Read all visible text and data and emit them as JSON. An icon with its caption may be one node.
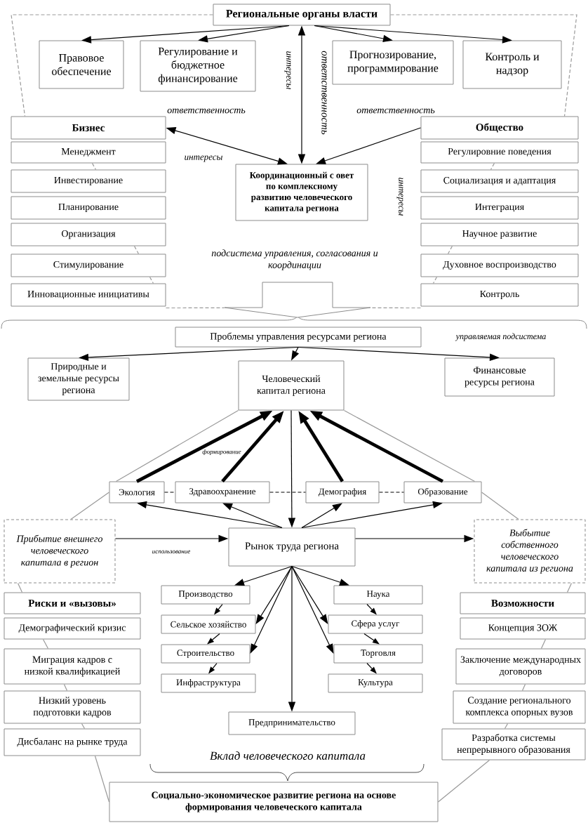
{
  "diagram": {
    "nodes": [
      {
        "text": [
          "Региональные органы власти"
        ]
      },
      {
        "text": [
          "Правовое обеспечение"
        ]
      },
      {
        "text": [
          "Регулирование и бюджетное финансирование"
        ]
      },
      {
        "text": [
          "Прогнозирование, программирование"
        ]
      },
      {
        "text": [
          "Контроль и надзор"
        ]
      },
      {
        "text": [
          "Бизнес"
        ]
      },
      {
        "text": [
          "Менеджмент"
        ]
      },
      {
        "text": [
          "Инвестирование"
        ]
      },
      {
        "text": [
          "Планирование"
        ]
      },
      {
        "text": [
          "Организация"
        ]
      },
      {
        "text": [
          "Стимулирование"
        ]
      },
      {
        "text": [
          "Инновационные инициативы"
        ]
      },
      {
        "text": [
          "Общество"
        ]
      },
      {
        "text": [
          "Регулировние поведения"
        ]
      },
      {
        "text": [
          "Социализация и адаптация"
        ]
      },
      {
        "text": [
          "Интеграция"
        ]
      },
      {
        "text": [
          "Научное развитие"
        ]
      },
      {
        "text": [
          "Духовное воспроизводство"
        ]
      },
      {
        "text": [
          "Контроль"
        ]
      },
      {
        "text": [
          "Координационный с овет по комплексному развитию человеческого капитала региона"
        ]
      },
      {
        "text": [],
        "shape": "arrow"
      },
      {
        "text": [
          "Проблемы управления ресурсами региона"
        ]
      },
      {
        "text": [
          "Природные и земельные ресурсы региона"
        ]
      },
      {
        "text": [
          "Человеческий капитал региона"
        ]
      },
      {
        "text": [
          "Финансовые ресурсы региона"
        ]
      },
      {
        "text": [
          "Экология"
        ]
      },
      {
        "text": [
          "Здравоохранение"
        ]
      },
      {
        "text": [
          "Демография"
        ]
      },
      {
        "text": [
          "Образование"
        ]
      },
      {
        "text": [
          "Прибытие внешнего человеческого капитала в регион"
        ]
      },
      {
        "text": [
          "Рынок труда региона"
        ]
      },
      {
        "text": [
          "Выбытие собственного человеческого капитала из региона"
        ]
      },
      {
        "text": [
          "Производство"
        ]
      },
      {
        "text": [
          "Сельское хозяйство"
        ]
      },
      {
        "text": [
          "Строительство"
        ]
      },
      {
        "text": [
          "Инфраструктура"
        ]
      },
      {
        "text": [
          "Наука"
        ]
      },
      {
        "text": [
          "Сфера услуг"
        ]
      },
      {
        "text": [
          "Торговля"
        ]
      },
      {
        "text": [
          "Культура"
        ]
      },
      {
        "text": [
          "Предпринимательство"
        ]
      },
      {
        "text": [
          "Риски и «вызовы»"
        ]
      },
      {
        "text": [
          "Демографический кризис"
        ]
      },
      {
        "text": [
          "Миграция кадров с низкой квалификацией"
        ]
      },
      {
        "text": [
          "Низкий уровень подготовки кадров"
        ]
      },
      {
        "text": [
          "Дисбаланс на рынке труда"
        ]
      },
      {
        "text": [
          "Возможности"
        ]
      },
      {
        "text": [
          "Концепция ЗОЖ"
        ]
      },
      {
        "text": [
          "Заключение международных договоров"
        ]
      },
      {
        "text": [
          "Создание регионального комплекса опорных вузов"
        ]
      },
      {
        "text": [
          "Разработка системы непрерывного образования"
        ]
      },
      {
        "text": [
          "Социально-экономическое развитие региона на основе формирования человеческого капитала"
        ]
      }
    ],
    "edges": [
      {
        "from": 0,
        "to": 1,
        "arrow": "to"
      },
      {
        "from": 0,
        "to": 2,
        "arrow": "to"
      },
      {
        "from": 0,
        "to": 3,
        "arrow": "to"
      },
      {
        "from": 0,
        "to": 4,
        "arrow": "to"
      },
      {
        "from": 0,
        "to": 19,
        "arrow": "both",
        "label": "интересы"
      },
      {
        "from": 5,
        "to": 19,
        "arrow": "both",
        "label": "ответственность"
      },
      {
        "from": 12,
        "to": 19,
        "arrow": "to",
        "label": "ответственность"
      },
      {
        "from": 0,
        "to": 5,
        "arrow": "none",
        "style": "dashed",
        "color": "#999999"
      },
      {
        "from": 6,
        "to": 7,
        "arrow": "none",
        "style": "dashed",
        "color": "#999999"
      },
      {
        "from": 9,
        "to": 10,
        "arrow": "none",
        "style": "dashed",
        "color": "#999999"
      },
      {
        "from": 10,
        "to": 11,
        "arrow": "none",
        "style": "dashed",
        "color": "#999999"
      },
      {
        "from": 11,
        "to": 20,
        "arrow": "none",
        "style": "dashed",
        "color": "#999999"
      },
      {
        "from": 0,
        "to": 12,
        "arrow": "none",
        "style": "dashed",
        "color": "#999999"
      },
      {
        "from": 13,
        "to": 14,
        "arrow": "none",
        "style": "dashed",
        "color": "#999999"
      },
      {
        "from": 16,
        "to": 17,
        "arrow": "none",
        "style": "dashed",
        "color": "#999999"
      },
      {
        "from": 17,
        "to": 18,
        "arrow": "none",
        "style": "dashed",
        "color": "#999999"
      },
      {
        "from": 18,
        "to": 20,
        "arrow": "none",
        "style": "dashed",
        "color": "#999999"
      },
      {
        "from": 21,
        "to": 22,
        "arrow": "to"
      },
      {
        "from": 21,
        "to": 23,
        "arrow": "to"
      },
      {
        "from": 21,
        "to": 24,
        "arrow": "to"
      },
      {
        "from": 23,
        "to": 25,
        "arrow": "none",
        "color": "#999999"
      },
      {
        "from": 23,
        "to": 28,
        "arrow": "none",
        "color": "#999999"
      },
      {
        "from": 25,
        "to": 23,
        "arrow": "to",
        "style": "thick"
      },
      {
        "from": 26,
        "to": 23,
        "arrow": "to",
        "style": "thick"
      },
      {
        "from": 27,
        "to": 23,
        "arrow": "to",
        "style": "thick"
      },
      {
        "from": 28,
        "to": 23,
        "arrow": "to",
        "style": "thick"
      },
      {
        "from": 25,
        "to": 26,
        "arrow": "none",
        "style": "dashed"
      },
      {
        "from": 26,
        "to": 27,
        "arrow": "none",
        "style": "dashed"
      },
      {
        "from": 27,
        "to": 28,
        "arrow": "none",
        "style": "dashed"
      },
      {
        "from": 30,
        "to": 25,
        "arrow": "to"
      },
      {
        "from": 30,
        "to": 26,
        "arrow": "to"
      },
      {
        "from": 30,
        "to": 27,
        "arrow": "to"
      },
      {
        "from": 30,
        "to": 28,
        "arrow": "to"
      },
      {
        "from": 23,
        "to": 30,
        "arrow": "to"
      },
      {
        "from": 25,
        "to": 29,
        "arrow": "none",
        "color": "#999999"
      },
      {
        "from": 28,
        "to": 31,
        "arrow": "none",
        "color": "#999999"
      },
      {
        "from": 29,
        "to": 30,
        "arrow": "to"
      },
      {
        "from": 30,
        "to": 31,
        "arrow": "to"
      },
      {
        "from": 30,
        "to": 32,
        "arrow": "to"
      },
      {
        "from": 30,
        "to": 33,
        "arrow": "to"
      },
      {
        "from": 30,
        "to": 34,
        "arrow": "to"
      },
      {
        "from": 30,
        "to": 36,
        "arrow": "to"
      },
      {
        "from": 30,
        "to": 37,
        "arrow": "to"
      },
      {
        "from": 30,
        "to": 38,
        "arrow": "to"
      },
      {
        "from": 30,
        "to": 40,
        "arrow": "to"
      },
      {
        "from": 32,
        "to": 33,
        "arrow": "to"
      },
      {
        "from": 33,
        "to": 34,
        "arrow": "to"
      },
      {
        "from": 34,
        "to": 35,
        "arrow": "to"
      },
      {
        "from": 36,
        "to": 37,
        "arrow": "to"
      },
      {
        "from": 37,
        "to": 38,
        "arrow": "to"
      },
      {
        "from": 38,
        "to": 39,
        "arrow": "to"
      },
      {
        "from": 29,
        "to": 41,
        "arrow": "none",
        "color": "#999999"
      },
      {
        "from": 42,
        "to": 43,
        "arrow": "none",
        "color": "#999999"
      },
      {
        "from": 43,
        "to": 44,
        "arrow": "none",
        "color": "#999999"
      },
      {
        "from": 44,
        "to": 45,
        "arrow": "none",
        "color": "#999999"
      },
      {
        "from": 45,
        "to": 51,
        "arrow": "none",
        "color": "#999999"
      },
      {
        "from": 31,
        "to": 46,
        "arrow": "none",
        "color": "#999999"
      },
      {
        "from": 47,
        "to": 48,
        "arrow": "none",
        "color": "#999999"
      },
      {
        "from": 48,
        "to": 49,
        "arrow": "none",
        "color": "#999999"
      },
      {
        "from": 49,
        "to": 50,
        "arrow": "none",
        "color": "#999999"
      },
      {
        "from": 50,
        "to": 51,
        "arrow": "none",
        "color": "#999999"
      }
    ],
    "labels": [
      "ответственность",
      "интересы",
      "интересы",
      "подсистема управления, согласования и координации",
      "управляемая подсистема",
      "формирование",
      "использование",
      "Вклад человеческого капитала"
    ]
  }
}
